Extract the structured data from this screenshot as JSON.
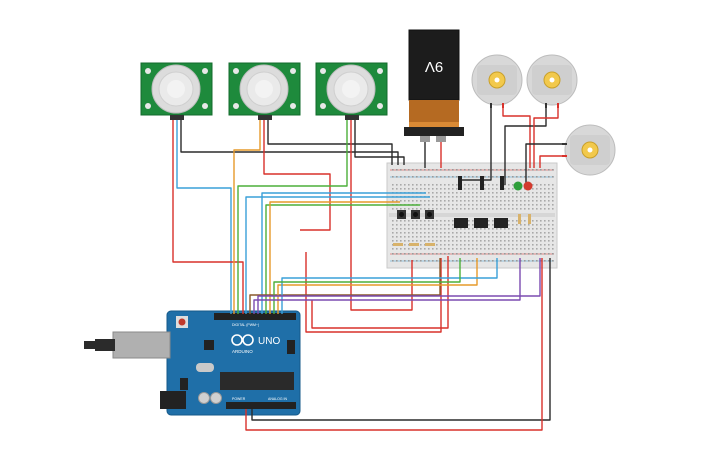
{
  "battery": {
    "label": "9V"
  },
  "arduino": {
    "model": "UNO",
    "brand": "ARDUINO",
    "header_digital": "DIGITAL (PWM~)",
    "header_power": "POWER",
    "header_analog": "ANALOG IN"
  },
  "pir_sensors": [
    {
      "id": "pir-1"
    },
    {
      "id": "pir-2"
    },
    {
      "id": "pir-3"
    }
  ],
  "motors": [
    {
      "id": "motor-1"
    },
    {
      "id": "motor-2"
    },
    {
      "id": "motor-3"
    }
  ],
  "leds": [
    {
      "color": "#2e9e3a"
    },
    {
      "color": "#d23b2e"
    }
  ],
  "wire_colors": {
    "red": "#d9312a",
    "black": "#2b2b2b",
    "blue": "#3aa0d8",
    "green": "#4caf3a",
    "orange": "#e69a2a",
    "purple": "#7b4bb0",
    "brown": "#8a5a2b"
  }
}
